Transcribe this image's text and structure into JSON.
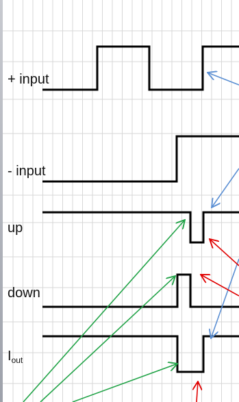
{
  "signals": {
    "plus_input": "+ input",
    "minus_input": "- input",
    "up": "up",
    "down": "down",
    "iout_main": "I",
    "iout_sub": "out"
  },
  "colors": {
    "grid": "#d7d7d7",
    "waveform": "#000000",
    "arrow_blue": "#5b8fd3",
    "arrow_red": "#e00000",
    "arrow_green": "#21a347"
  }
}
